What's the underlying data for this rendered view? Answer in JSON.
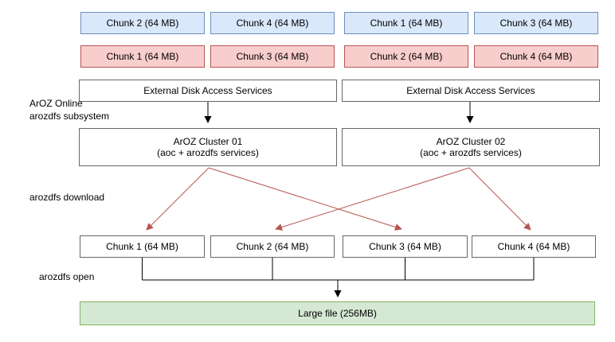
{
  "diagram": {
    "labels": {
      "subsystem": [
        "ArOZ Online",
        "arozdfs subsystem"
      ],
      "download": "arozdfs download",
      "open": "arozdfs open"
    },
    "remote_storage": {
      "blue_row": [
        "Chunk 2 (64 MB)",
        "Chunk 4 (64 MB)",
        "Chunk 1 (64 MB)",
        "Chunk 3 (64 MB)"
      ],
      "red_row": [
        "Chunk 1 (64 MB)",
        "Chunk 3 (64 MB)",
        "Chunk 2 (64 MB)",
        "Chunk 4 (64 MB)"
      ]
    },
    "services": {
      "edas1": "External Disk Access Services",
      "edas2": "External Disk Access Services"
    },
    "clusters": {
      "c1": [
        "ArOZ Cluster 01",
        "(aoc + arozdfs services)"
      ],
      "c2": [
        "ArOZ Cluster 02",
        "(aoc + arozdfs services)"
      ]
    },
    "download_chunks": [
      "Chunk 1 (64 MB)",
      "Chunk 2 (64 MB)",
      "Chunk 3 (64 MB)",
      "Chunk 4 (64 MB)"
    ],
    "large_file": "Large file (256MB)",
    "colors": {
      "blue_fill": "#dae8fc",
      "blue_border": "#6c8ebf",
      "red_fill": "#f8cecc",
      "red_border": "#b85450",
      "green_fill": "#d5e8d4",
      "green_border": "#82b366",
      "neutral_border": "#666666",
      "black_arrow": "#000000",
      "red_arrow": "#b85450"
    }
  }
}
